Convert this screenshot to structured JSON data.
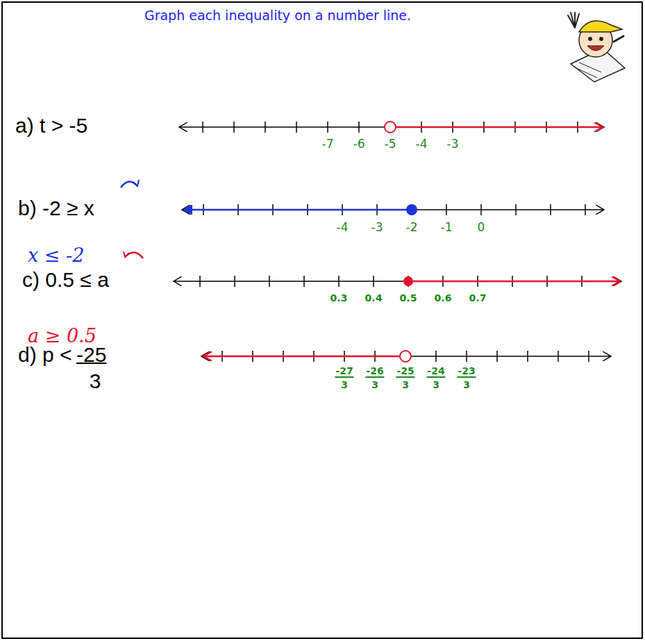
{
  "diagram": {
    "title": "Graph each inequality on a number line.",
    "labels": [
      "a) t > -5",
      "-7",
      "-6",
      "-5",
      "-4",
      "-3",
      "b) -2 ≥ x",
      "x ≤ -2",
      "-4",
      "-3",
      "-2",
      "-1",
      "0",
      "c) 0.5 ≤ a",
      "a ≥ 0.5",
      "0.3",
      "0.4",
      "0.5",
      "0.6",
      "0.7",
      "d) p <",
      "-25",
      "3",
      "-27",
      "3",
      "-26",
      "3",
      "-25",
      "3",
      "-24",
      "3",
      "-23",
      "3"
    ]
  }
}
